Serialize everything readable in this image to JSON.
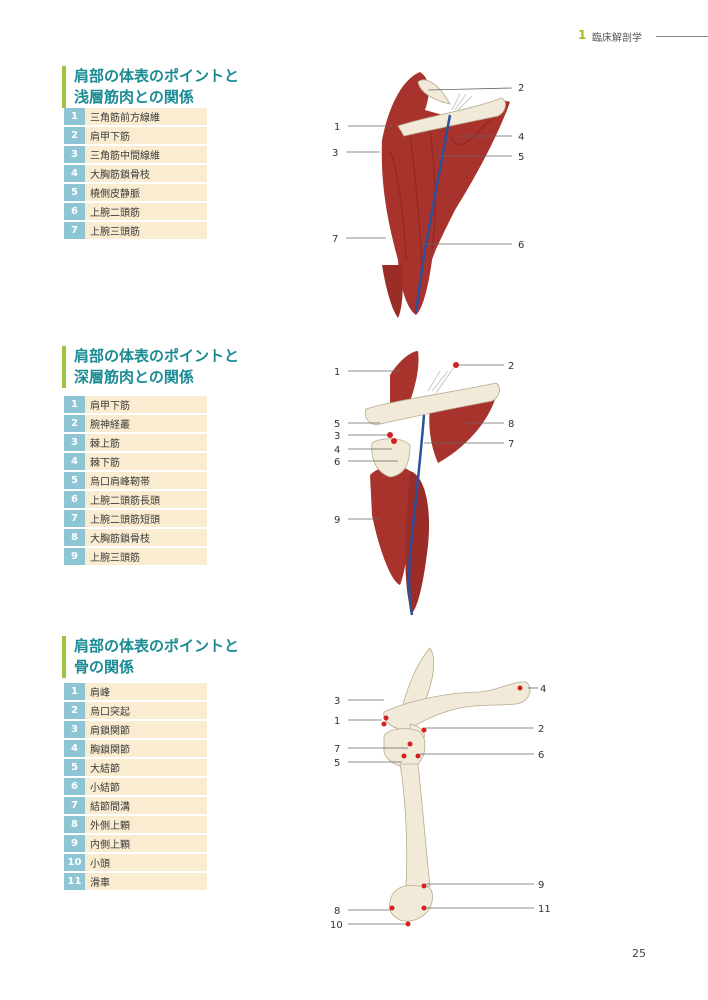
{
  "header": {
    "chapter_number": "1",
    "chapter_title": "臨床解剖学"
  },
  "sections": [
    {
      "title_line1": "肩部の体表のポイントと",
      "title_line2": "浅層筋肉との関係",
      "items": [
        {
          "num": "1",
          "label": "三角筋前方線維"
        },
        {
          "num": "2",
          "label": "肩甲下筋"
        },
        {
          "num": "3",
          "label": "三角筋中間線維"
        },
        {
          "num": "4",
          "label": "大胸筋鎖骨枝"
        },
        {
          "num": "5",
          "label": "橈側皮静脈"
        },
        {
          "num": "6",
          "label": "上腕二頭筋"
        },
        {
          "num": "7",
          "label": "上腕三頭筋"
        }
      ],
      "figure_labels": [
        "1",
        "2",
        "3",
        "4",
        "5",
        "6",
        "7"
      ]
    },
    {
      "title_line1": "肩部の体表のポイントと",
      "title_line2": "深層筋肉との関係",
      "items": [
        {
          "num": "1",
          "label": "肩甲下筋"
        },
        {
          "num": "2",
          "label": "腕神経叢"
        },
        {
          "num": "3",
          "label": "棘上筋"
        },
        {
          "num": "4",
          "label": "棘下筋"
        },
        {
          "num": "5",
          "label": "烏口肩峰靭帯"
        },
        {
          "num": "6",
          "label": "上腕二頭筋長頭"
        },
        {
          "num": "7",
          "label": "上腕二頭筋短頭"
        },
        {
          "num": "8",
          "label": "大胸筋鎖骨枝"
        },
        {
          "num": "9",
          "label": "上腕三頭筋"
        }
      ],
      "figure_labels": [
        "1",
        "2",
        "5",
        "3",
        "8",
        "4",
        "7",
        "6",
        "9"
      ]
    },
    {
      "title_line1": "肩部の体表のポイントと",
      "title_line2": "骨の関係",
      "items": [
        {
          "num": "1",
          "label": "肩峰"
        },
        {
          "num": "2",
          "label": "烏口突起"
        },
        {
          "num": "3",
          "label": "肩鎖関節"
        },
        {
          "num": "4",
          "label": "胸鎖関節"
        },
        {
          "num": "5",
          "label": "大結節"
        },
        {
          "num": "6",
          "label": "小結節"
        },
        {
          "num": "7",
          "label": "結節間溝"
        },
        {
          "num": "8",
          "label": "外側上顆"
        },
        {
          "num": "9",
          "label": "内側上顆"
        },
        {
          "num": "10",
          "label": "小頭"
        },
        {
          "num": "11",
          "label": "滑車"
        }
      ],
      "figure_labels": [
        "3",
        "4",
        "1",
        "2",
        "7",
        "6",
        "5",
        "9",
        "8",
        "11",
        "10"
      ]
    }
  ],
  "colors": {
    "accent_green": "#9cc43c",
    "title_teal": "#1a8a93",
    "number_cell": "#8ec5d4",
    "label_cell": "#f9ecd0",
    "muscle_red": "#a8322c",
    "vein_blue": "#2e4f9a",
    "bone": "#f1ead8",
    "marker_red": "#d42020"
  },
  "page_number": "25"
}
